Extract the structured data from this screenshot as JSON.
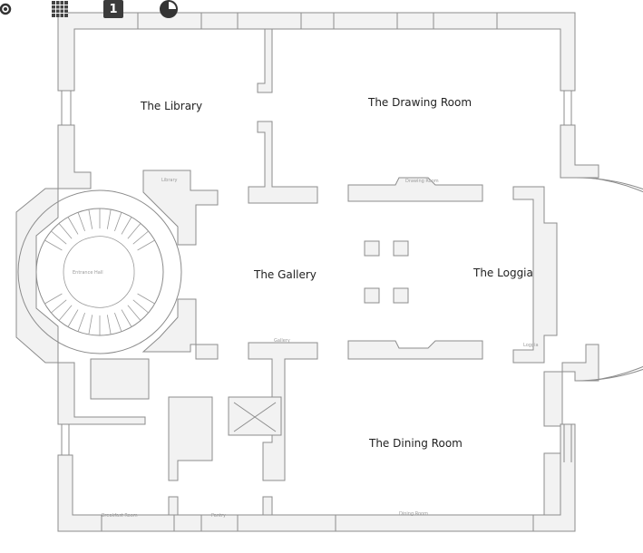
{
  "toolbar": {
    "settings_icon": "gear-icon",
    "grid_icon": "grid-icon",
    "level_label": "1",
    "view_icon": "pie-chart-icon"
  },
  "rooms": {
    "library": "The Library",
    "drawing_room": "The Drawing Room",
    "gallery": "The Gallery",
    "loggia": "The Loggia",
    "dining_room": "The Dining Room"
  },
  "small_labels": {
    "library": "Library",
    "drawing_room": "Drawing Room",
    "entrance_hall": "Entrance Hall",
    "gallery": "Gallery",
    "loggia": "Loggia",
    "breakfast_room": "Breakfast Room",
    "pantry": "Pantry",
    "dining_room": "Dining Room"
  }
}
